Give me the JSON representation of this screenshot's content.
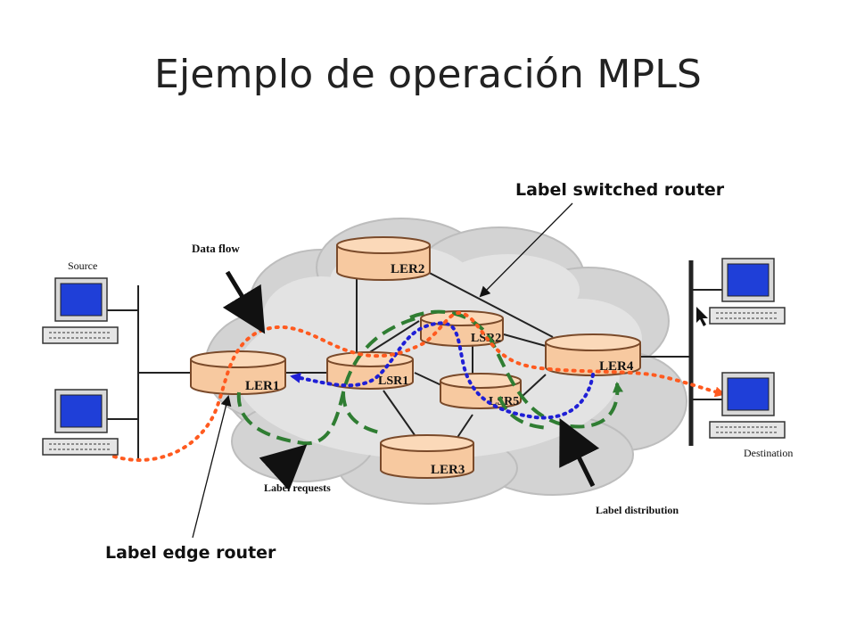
{
  "slide": {
    "title": "Ejemplo de operación MPLS"
  },
  "callouts": {
    "label_switched_router": "Label switched router",
    "label_edge_router": "Label edge router"
  },
  "diagram": {
    "labels": {
      "source": "Source",
      "destination": "Destination",
      "data_flow": "Data flow",
      "label_requests": "Label requests",
      "label_distribution": "Label distribution"
    },
    "routers": {
      "ler1": "LER1",
      "ler2": "LER2",
      "ler3": "LER3",
      "ler4": "LER4",
      "lsr1": "LSR1",
      "lsr2": "LSR2",
      "lsr5": "LSR5"
    },
    "colors": {
      "router_fill": "#f7c9a0",
      "router_stroke": "#7a4a2a",
      "cloud": "#c9c9c9",
      "data_flow_path": "#ff5a1f",
      "label_request_path": "#2f7d32",
      "label_distribution_path": "#1f1fd6",
      "monitor_screen": "#1f3fd8"
    }
  }
}
